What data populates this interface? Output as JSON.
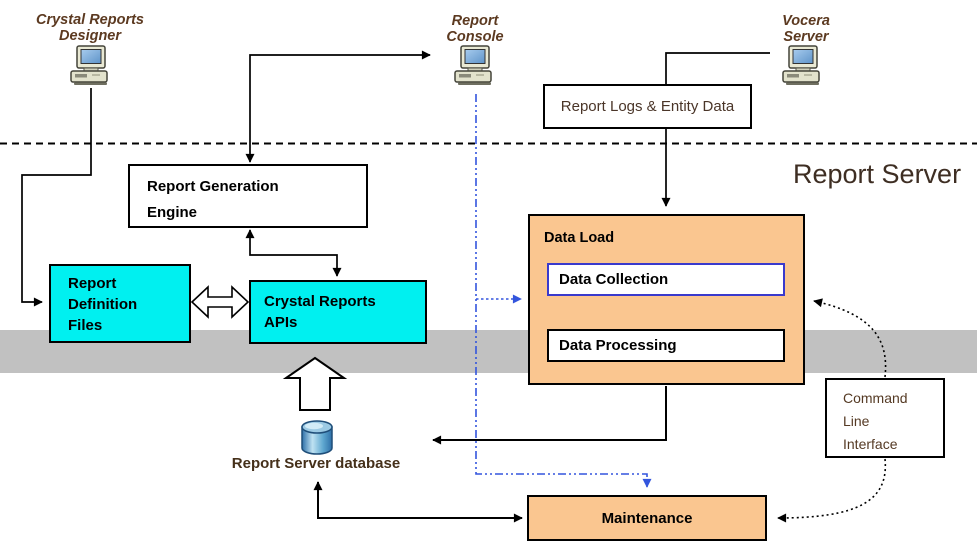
{
  "title_labels": {
    "designer_l1": "Crystal Reports",
    "designer_l2": "Designer",
    "console_l1": "Report",
    "console_l2": "Console",
    "vocera_l1": "Vocera",
    "vocera_l2": "Server",
    "zone": "Report Server"
  },
  "boxes": {
    "report_logs": "Report Logs & Entity Data",
    "rge_l1": "Report Generation",
    "rge_l2": "Engine",
    "rdf_l1": "Report",
    "rdf_l2": "Definition",
    "rdf_l3": "Files",
    "apis_l1": "Crystal Reports",
    "apis_l2": "APIs",
    "data_load": "Data Load",
    "data_collection": "Data Collection",
    "data_processing": "Data Processing",
    "cli_l1": "Command",
    "cli_l2": "Line",
    "cli_l3": "Interface",
    "maintenance": "Maintenance"
  },
  "database": {
    "label": "Report Server database"
  },
  "icons": {
    "computer": "desktop-computer-icon",
    "database": "database-cylinder-icon",
    "block_arrow": "block-arrow-up-icon",
    "double_arrow": "double-headed-arrow-icon"
  },
  "colors": {
    "cyan_box": "#00F0F0",
    "orange_box": "#FAC690",
    "gray_band": "#C1C1C1",
    "brown_text": "#5C3A21",
    "blue_connector": "#3355DD",
    "zone_text": "#3E2E23"
  }
}
